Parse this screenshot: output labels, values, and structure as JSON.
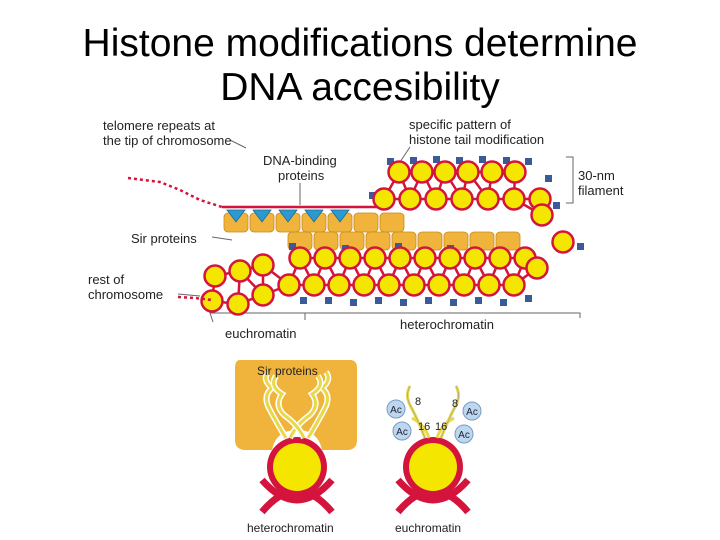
{
  "title_line1": "Histone modifications determine",
  "title_line2": "DNA accesibility",
  "labels": {
    "telomere_1": "telomere repeats at",
    "telomere_2": "the tip of chromosome",
    "dna_binding_1": "DNA-binding",
    "dna_binding_2": "proteins",
    "specific_1": "specific pattern of",
    "specific_2": "histone tail modification",
    "filament_1": "30-nm",
    "filament_2": "filament",
    "sir_proteins": "Sir proteins",
    "rest_1": "rest of",
    "rest_2": "chromosome",
    "euchromatin": "euchromatin",
    "heterochromatin": "heterochromatin",
    "inset_sir": "Sir proteins",
    "inset_hetero": "heterochromatin",
    "inset_eu": "euchromatin",
    "ac": "Ac",
    "num8": "8",
    "num16": "16"
  },
  "colors": {
    "nucleosome": "#f5e600",
    "dna": "#d4143c",
    "sir": "#f0b43c",
    "mark": "#3a5a9a",
    "binding_protein": "#2a9ad0",
    "ac_circle": "#bcd8f0"
  }
}
